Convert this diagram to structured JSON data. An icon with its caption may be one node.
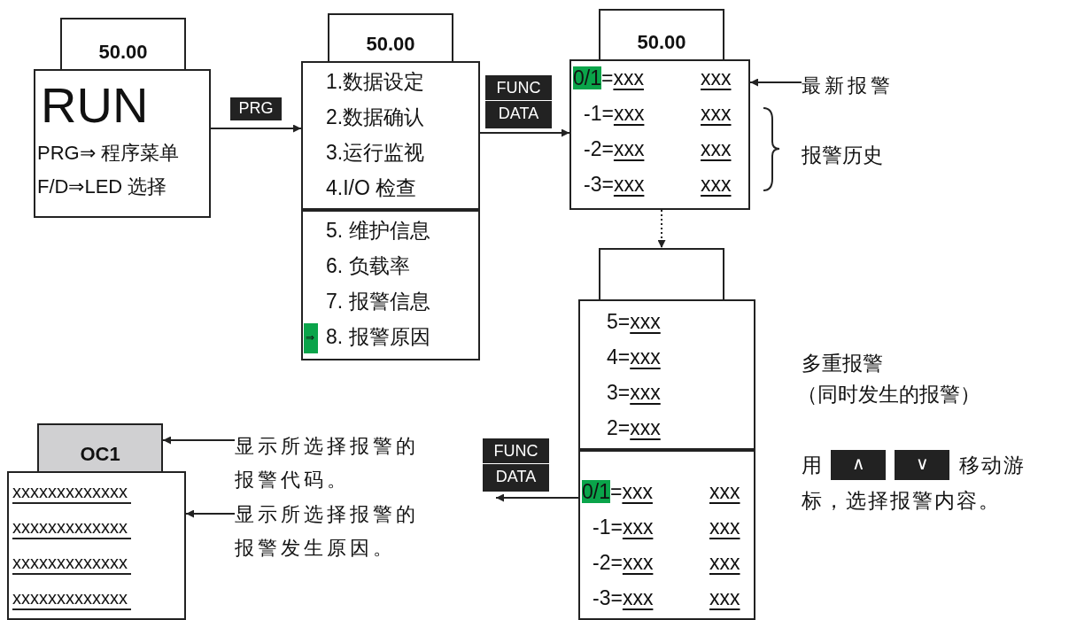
{
  "diagram": {
    "nodes": [
      {
        "text": [
          "50.00"
        ]
      },
      {
        "text": [
          "RUN",
          "PRG⇒ 程序菜单",
          "F/D⇒LED 选择"
        ]
      },
      {
        "text": [
          "50.00"
        ]
      },
      {
        "text": [
          "1.数据设定",
          "2.数据确认",
          "3.运行监视",
          "4.I/O 检查"
        ]
      },
      {
        "text": [
          "5. 维护信息",
          "6. 负载率",
          "7.  报警信息",
          "8.  报警原因"
        ]
      },
      {
        "text": [
          "⇒"
        ],
        "in": 4
      },
      {
        "text": [
          "50.00"
        ]
      },
      {
        "text": [
          "0/1=xxx",
          "xxx",
          "-1=xxx",
          "xxx",
          "-2=xxx",
          "xxx",
          "-3=xxx",
          "xxx"
        ]
      },
      {
        "text": [
          "最新报警"
        ]
      },
      {
        "text": [],
        "shape": "box"
      },
      {
        "text": [
          "5=xxx",
          "4=xxx",
          "3=xxx",
          "2=xxx"
        ]
      },
      {
        "text": [
          "0/1=xxx",
          "xxx",
          "-1=xxx",
          "xxx",
          "-2=xxx",
          "xxx",
          "-3=xxx",
          "xxx"
        ]
      },
      {
        "text": [
          "OC1"
        ]
      },
      {
        "text": [
          "xxxxxxxxxxxxx",
          "xxxxxxxxxxxxx",
          "xxxxxxxxxxxxx",
          "xxxxxxxxxxxxx"
        ]
      },
      {
        "text": [
          "显示所选择报警的报警代码。"
        ]
      },
      {
        "text": [
          "显示所选择报警的报警发生原因。"
        ]
      },
      {
        "text": [
          "∧"
        ]
      },
      {
        "text": [
          "∨"
        ]
      }
    ],
    "edges": [
      {
        "from": 1,
        "to": 3,
        "arrow": "to",
        "label": "PRG"
      },
      {
        "from": 3,
        "to": 7,
        "arrow": "to",
        "label": "FUNC DATA"
      },
      {
        "from": 8,
        "to": 7,
        "arrow": "to"
      },
      {
        "from": 7,
        "to": 9,
        "arrow": "to",
        "style": "dashed"
      },
      {
        "from": 11,
        "to": null,
        "arrow": "to",
        "label": "FUNC DATA"
      },
      {
        "from": 14,
        "to": 12,
        "arrow": "to"
      },
      {
        "from": 15,
        "to": 13,
        "arrow": "to"
      }
    ],
    "labels": [
      "报警历史",
      "多重报警",
      "（同时发生的报警）",
      "用",
      "移动游标，选择报警内容。"
    ]
  }
}
